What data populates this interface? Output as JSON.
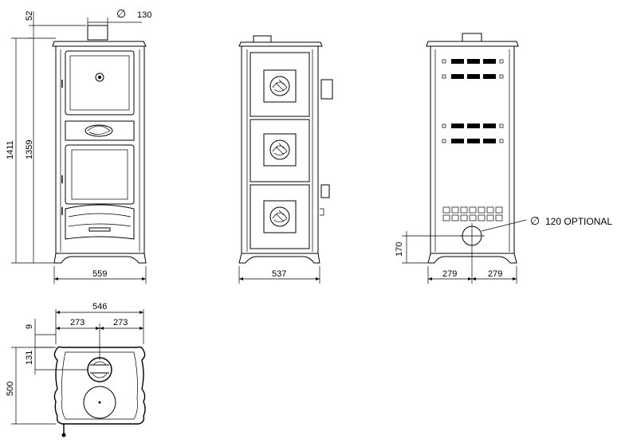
{
  "dimensions": {
    "top_cap_height": "52",
    "flue_diameter": "130",
    "total_height": "1411",
    "body_height": "1359",
    "front_width": "559",
    "side_width": "537",
    "rear_inlet_height": "170",
    "rear_half_left": "279",
    "rear_half_right": "279",
    "plan_width": "546",
    "plan_half_left": "273",
    "plan_half_right": "273",
    "plan_offset": "9",
    "plan_flue_offset": "131",
    "plan_depth": "500"
  },
  "symbols": {
    "diameter": "∅"
  },
  "annotations": {
    "optional_inlet": "120 OPTIONAL"
  }
}
